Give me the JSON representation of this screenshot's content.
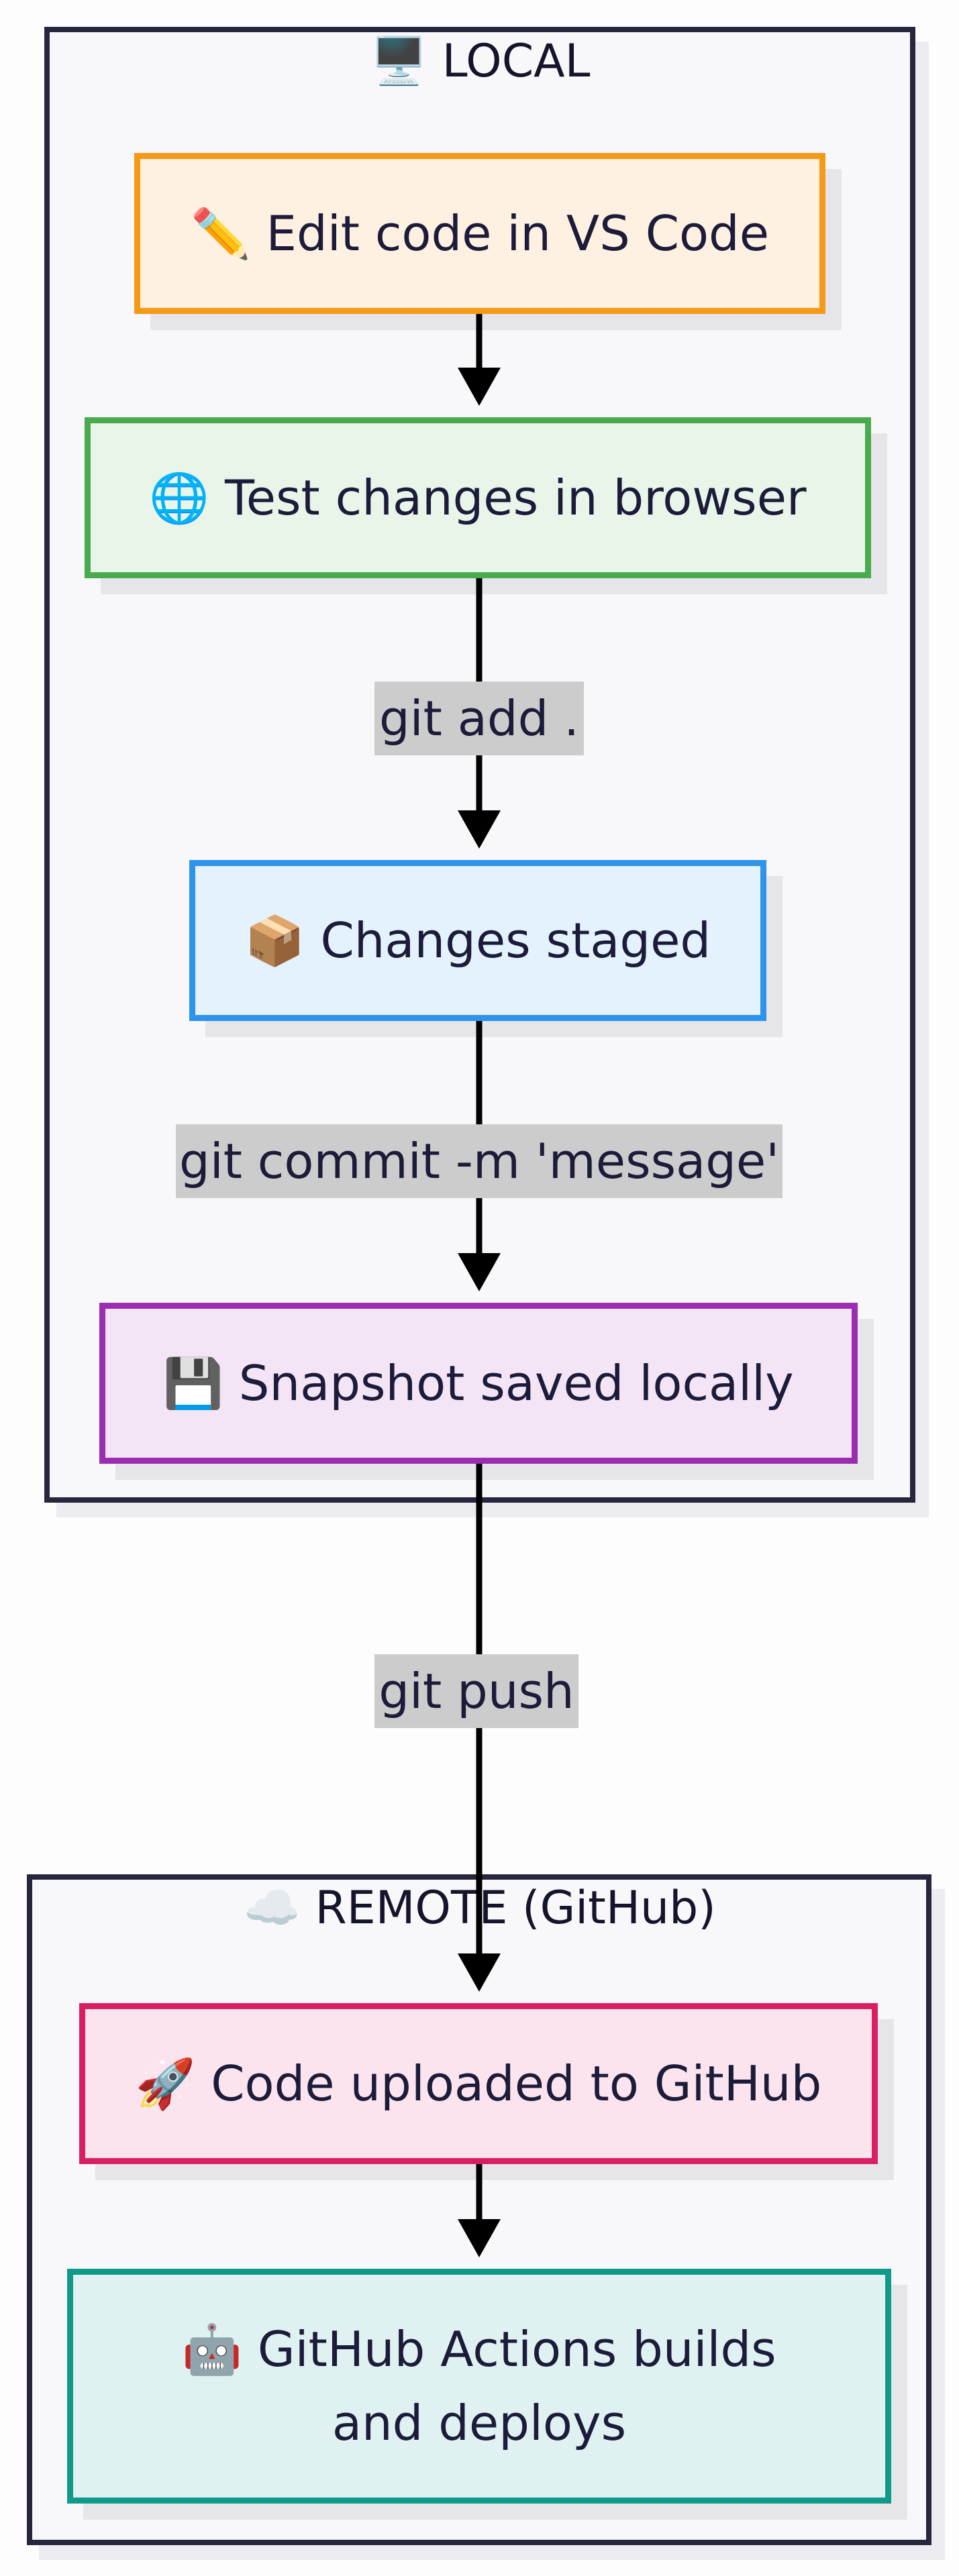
{
  "clusters": {
    "local": {
      "icon": "🖥️",
      "title": "LOCAL"
    },
    "remote": {
      "icon": "☁️",
      "title": "REMOTE (GitHub)"
    }
  },
  "nodes": {
    "edit": {
      "icon": "✏️",
      "label": "Edit code in VS Code",
      "fill": "#fff1e1",
      "stroke": "#f59a16"
    },
    "test": {
      "icon": "🌐",
      "label": "Test changes in browser",
      "fill": "#e9f5e9",
      "stroke": "#4aab4e"
    },
    "staged": {
      "icon": "📦",
      "label": "Changes staged",
      "fill": "#e4f2fd",
      "stroke": "#2e93ea"
    },
    "snapshot": {
      "icon": "💾",
      "label": "Snapshot saved locally",
      "fill": "#f3e5f5",
      "stroke": "#9b2eb0"
    },
    "uploaded": {
      "icon": "🚀",
      "label": "Code uploaded to GitHub",
      "fill": "#fbe4ee",
      "stroke": "#d81f63"
    },
    "actions": {
      "icon": "🤖",
      "label": "GitHub Actions builds",
      "label_line2": "and deploys",
      "fill": "#e0f1f1",
      "stroke": "#0f9a8a"
    }
  },
  "edges": {
    "add": {
      "label": "git add ."
    },
    "commit": {
      "label": "git commit -m 'message'"
    },
    "push": {
      "label": "git push"
    }
  },
  "colors": {
    "cluster_border": "#26263e",
    "cluster_fill": "#f8f8fb",
    "edge": "#000000",
    "edge_label_bg": "#cccccc"
  }
}
